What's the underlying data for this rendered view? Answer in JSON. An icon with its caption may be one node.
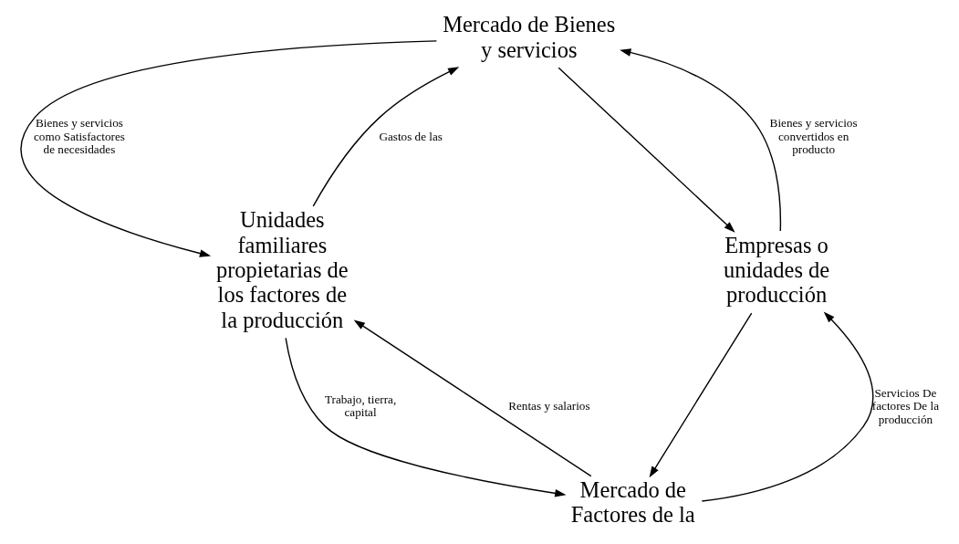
{
  "diagram": {
    "nodes": [
      {
        "text": [
          "Mercado de Bienes y servicios"
        ]
      },
      {
        "text": [
          "Unidades familiares propietarias de los factores de la producción"
        ]
      },
      {
        "text": [
          "Empresas o unidades de producción"
        ]
      },
      {
        "text": [
          "Mercado de Factores de la"
        ]
      }
    ],
    "edges": [
      {
        "from": 0,
        "to": 1,
        "arrow": "to",
        "label": "Bienes y servicios como Satisfactores de necesidades"
      },
      {
        "from": 1,
        "to": 0,
        "arrow": "to",
        "label": "Gastos de las"
      },
      {
        "from": 0,
        "to": 2,
        "arrow": "to"
      },
      {
        "from": 2,
        "to": 0,
        "arrow": "to",
        "label": "Bienes y servicios convertidos en producto"
      },
      {
        "from": 2,
        "to": 3,
        "arrow": "to"
      },
      {
        "from": 3,
        "to": 2,
        "arrow": "to",
        "label": "Servicios De factores De la producción"
      },
      {
        "from": 3,
        "to": 1,
        "arrow": "to",
        "label": "Rentas y salarios"
      },
      {
        "from": 1,
        "to": 3,
        "arrow": "to",
        "label": "Trabajo, tierra, capital"
      }
    ]
  }
}
